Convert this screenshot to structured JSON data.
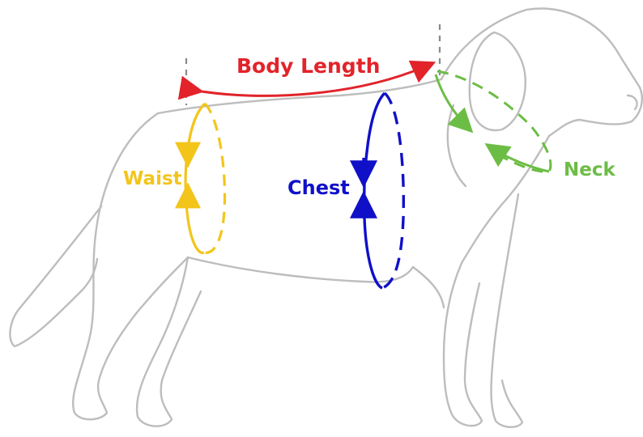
{
  "measurements": {
    "body_length": {
      "label": "Body Length",
      "color": "#e2232a"
    },
    "chest": {
      "label": "Chest",
      "color": "#1010c8"
    },
    "waist": {
      "label": "Waist",
      "color": "#f3c51b"
    },
    "neck": {
      "label": "Neck",
      "color": "#6cbd45"
    }
  },
  "outline_color": "#bdbdbd",
  "guide_color": "#8a8a8a"
}
